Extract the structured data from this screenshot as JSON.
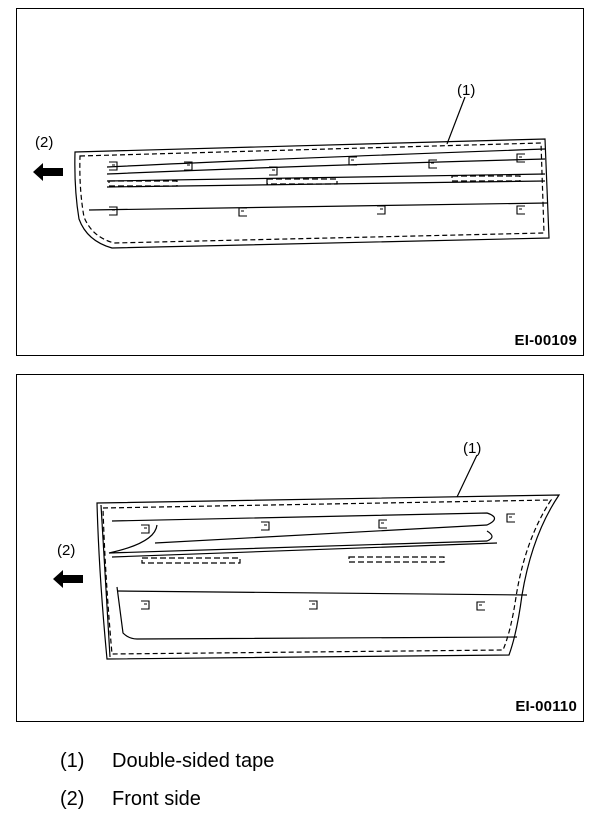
{
  "figures": [
    {
      "id": "EI-00109",
      "callout_tape": "(1)",
      "callout_front": "(2)"
    },
    {
      "id": "EI-00110",
      "callout_tape": "(1)",
      "callout_front": "(2)"
    }
  ],
  "legend": [
    {
      "num": "(1)",
      "text": "Double-sided tape"
    },
    {
      "num": "(2)",
      "text": "Front side"
    }
  ]
}
